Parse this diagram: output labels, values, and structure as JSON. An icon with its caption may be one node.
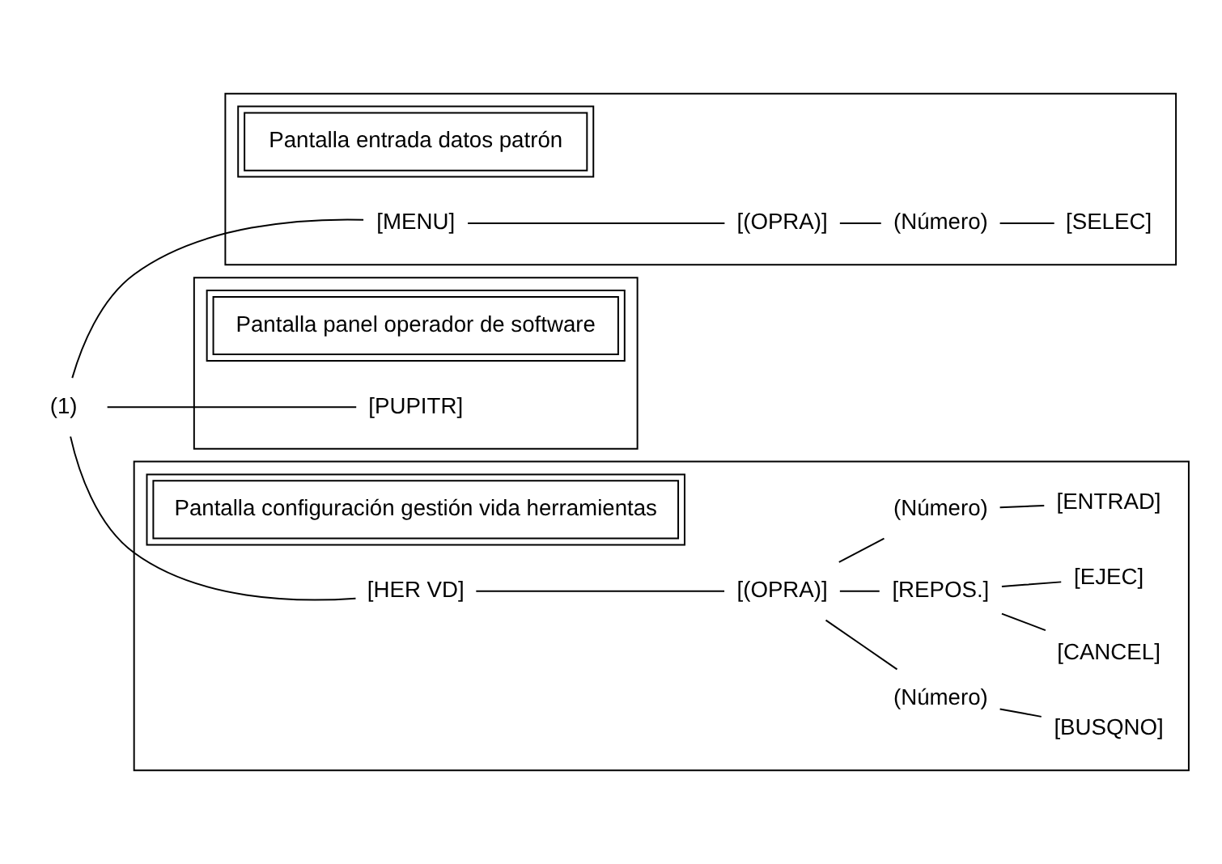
{
  "diagram": {
    "nodes": [
      {
        "text": [
          "(1)"
        ]
      },
      {
        "text": [],
        "shape": "box"
      },
      {
        "text": [
          "Pantalla entrada datos patrón"
        ],
        "in": 1
      },
      {
        "text": [
          "[MENU]"
        ],
        "in": 1
      },
      {
        "text": [
          "[(OPRA)]"
        ],
        "in": 1
      },
      {
        "text": [
          "(Número)"
        ],
        "in": 1
      },
      {
        "text": [
          "[SELEC]"
        ],
        "in": 1
      },
      {
        "text": [],
        "shape": "box"
      },
      {
        "text": [
          "Pantalla panel operador de software"
        ],
        "in": 7
      },
      {
        "text": [
          "[PUPITR]"
        ],
        "in": 7
      },
      {
        "text": [],
        "shape": "box"
      },
      {
        "text": [
          "Pantalla configuración gestión vida herramientas"
        ],
        "in": 10
      },
      {
        "text": [
          "[HER VD]"
        ],
        "in": 10
      },
      {
        "text": [
          "[(OPRA)]"
        ],
        "in": 10
      },
      {
        "text": [
          "(Número)"
        ],
        "in": 10
      },
      {
        "text": [
          "[BUSQNO]"
        ],
        "in": 10
      },
      {
        "text": [
          "[REPOS.]"
        ],
        "in": 10
      },
      {
        "text": [
          "[CANCEL]"
        ],
        "in": 10
      },
      {
        "text": [
          "[EJEC]"
        ],
        "in": 10
      },
      {
        "text": [
          "(Número)"
        ],
        "in": 10
      },
      {
        "text": [
          "[ENTRAD]"
        ],
        "in": 10
      }
    ],
    "edges": [
      {
        "from": 0,
        "to": 3,
        "arrow": "none"
      },
      {
        "from": 3,
        "to": 4,
        "arrow": "none"
      },
      {
        "from": 4,
        "to": 5,
        "arrow": "none"
      },
      {
        "from": 5,
        "to": 6,
        "arrow": "none"
      },
      {
        "from": 0,
        "to": 9,
        "arrow": "none"
      },
      {
        "from": 0,
        "to": 12,
        "arrow": "none"
      },
      {
        "from": 12,
        "to": 13,
        "arrow": "none"
      },
      {
        "from": 13,
        "to": 14,
        "arrow": "none"
      },
      {
        "from": 14,
        "to": 15,
        "arrow": "none"
      },
      {
        "from": 13,
        "to": 16,
        "arrow": "none"
      },
      {
        "from": 16,
        "to": 17,
        "arrow": "none"
      },
      {
        "from": 16,
        "to": 18,
        "arrow": "none"
      },
      {
        "from": 13,
        "to": 19,
        "arrow": "none"
      },
      {
        "from": 19,
        "to": 20,
        "arrow": "none"
      }
    ]
  }
}
